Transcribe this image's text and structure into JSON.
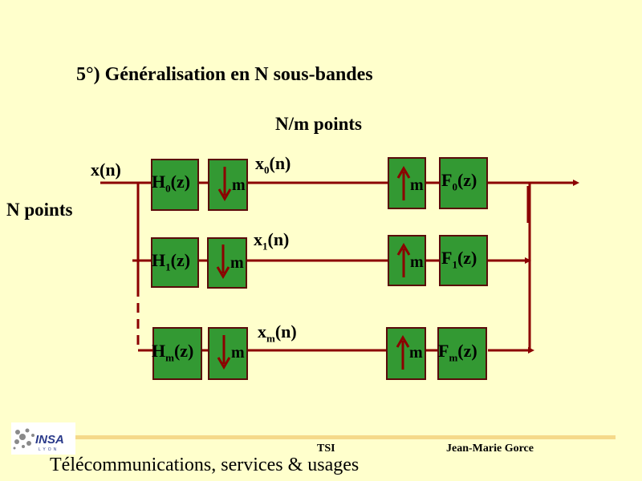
{
  "slide": {
    "title": "5°) Généralisation en N sous-bandes",
    "subtitle": "N/m points",
    "input_points": "N points",
    "input_signal": "x(n)"
  },
  "channels": [
    {
      "signal_base": "x",
      "signal_sub": "0",
      "signal_tail": "(n)",
      "analysis_base": "H",
      "analysis_sub": "0",
      "analysis_tail": "(z)",
      "synthesis_base": "F",
      "synthesis_sub": "0",
      "synthesis_tail": "(z)",
      "factor": "m"
    },
    {
      "signal_base": "x",
      "signal_sub": "1",
      "signal_tail": "(n)",
      "analysis_base": "H",
      "analysis_sub": "1",
      "analysis_tail": "(z)",
      "synthesis_base": "F",
      "synthesis_sub": "1",
      "synthesis_tail": "(z)",
      "factor": "m"
    },
    {
      "signal_base": "x",
      "signal_sub": "m",
      "signal_tail": "(n)",
      "analysis_base": "H",
      "analysis_sub": "m",
      "analysis_tail": "(z)",
      "synthesis_base": "F",
      "synthesis_sub": "m",
      "synthesis_tail": "(z)",
      "factor": "m"
    }
  ],
  "footer": {
    "course": "TSI",
    "author": "Jean-Marie Gorce",
    "department": "Télécommunications, services & usages",
    "logo_text": "INSA"
  },
  "colors": {
    "background": "#ffffcc",
    "block": "#339933",
    "wire": "#8b0000",
    "bar": "#f5d98a"
  }
}
